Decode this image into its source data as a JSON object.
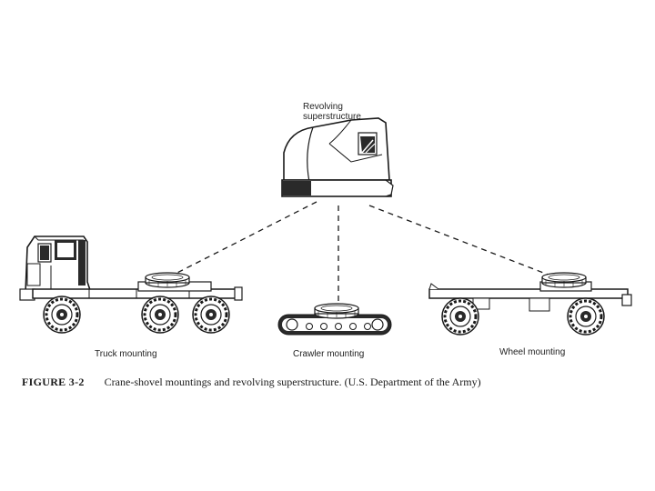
{
  "labels": {
    "revolving_line1": "Revolving",
    "revolving_line2": "superstructure",
    "truck": "Truck mounting",
    "crawler": "Crawler mounting",
    "wheel": "Wheel mounting"
  },
  "caption": {
    "figure_number": "FIGURE 3-2",
    "text": "Crane-shovel mountings and revolving superstructure. (U.S. Department of the Army)"
  },
  "colors": {
    "ink": "#1a1a1a",
    "fill_dark": "#2a2a2a",
    "paper": "#ffffff"
  }
}
